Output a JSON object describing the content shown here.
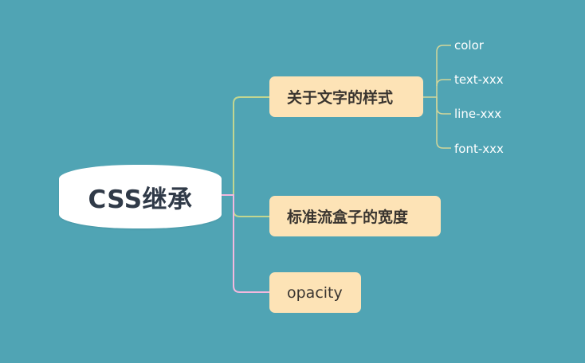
{
  "colors": {
    "background": "#50a4b4",
    "root_fill": "#ffffff",
    "branch_fill": "#fde3b6",
    "connector_green": "#c2d690",
    "connector_pink": "#f3b8de",
    "leaf_connector": "#d3d69a"
  },
  "root": {
    "label": "CSS继承"
  },
  "branches": [
    {
      "label": "关于文字的样式",
      "children": [
        "color",
        "text-xxx",
        "line-xxx",
        "font-xxx"
      ]
    },
    {
      "label": "标准流盒子的宽度",
      "children": []
    },
    {
      "label": "opacity",
      "children": []
    }
  ]
}
